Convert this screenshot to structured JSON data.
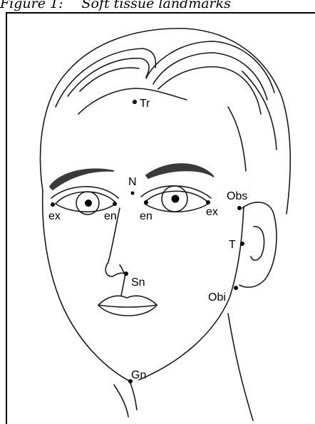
{
  "figure": {
    "number": "Figure 1:",
    "subtitle": "Soft tissue landmarks"
  },
  "landmarks": {
    "tr": "Tr",
    "n": "N",
    "ex_right": "ex",
    "en_right": "en",
    "en_left": "en",
    "ex_left": "ex",
    "obs": "Obs",
    "t": "T",
    "sn": "Sn",
    "obi": "Obi",
    "gn": "Gn"
  }
}
